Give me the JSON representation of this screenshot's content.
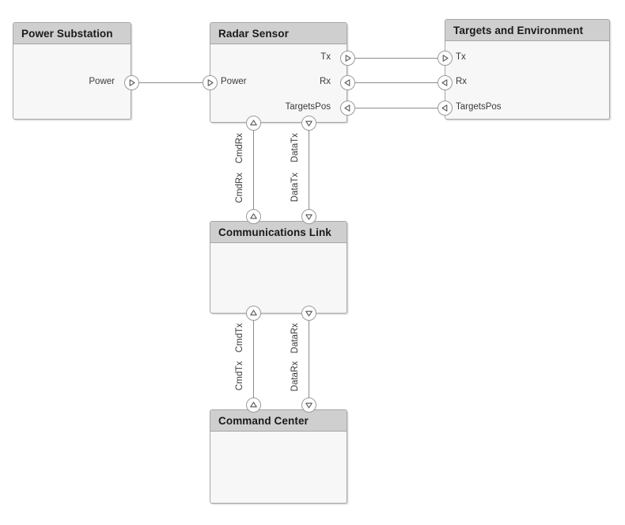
{
  "diagram": {
    "type": "architecture-block-diagram",
    "background": "#ffffff",
    "block_fill": "#f7f7f7",
    "header_fill": "#cfcfcf",
    "border_color": "#a6a6a6",
    "line_color": "#8c8c8c"
  },
  "blocks": {
    "power_substation": {
      "title": "Power Substation",
      "ports": {
        "power_out": "Power"
      }
    },
    "radar_sensor": {
      "title": "Radar Sensor",
      "ports": {
        "power_in": "Power",
        "tx": "Tx",
        "rx": "Rx",
        "targets_pos": "TargetsPos",
        "cmd_rx": "CmdRx",
        "data_tx": "DataTx"
      }
    },
    "targets_and_environment": {
      "title": "Targets and Environment",
      "ports": {
        "tx": "Tx",
        "rx": "Rx",
        "targets_pos": "TargetsPos"
      }
    },
    "communications_link": {
      "title": "Communications Link",
      "ports": {
        "cmd_rx": "CmdRx",
        "data_tx": "DataTx",
        "cmd_tx": "CmdTx",
        "data_rx": "DataRx"
      }
    },
    "command_center": {
      "title": "Command Center",
      "ports": {
        "cmd_tx": "CmdTx",
        "data_rx": "DataRx"
      }
    }
  },
  "icons": {
    "port_out": "triangle-right-icon",
    "port_in": "triangle-left-icon",
    "port_up": "triangle-up-icon",
    "port_down": "triangle-down-icon"
  }
}
